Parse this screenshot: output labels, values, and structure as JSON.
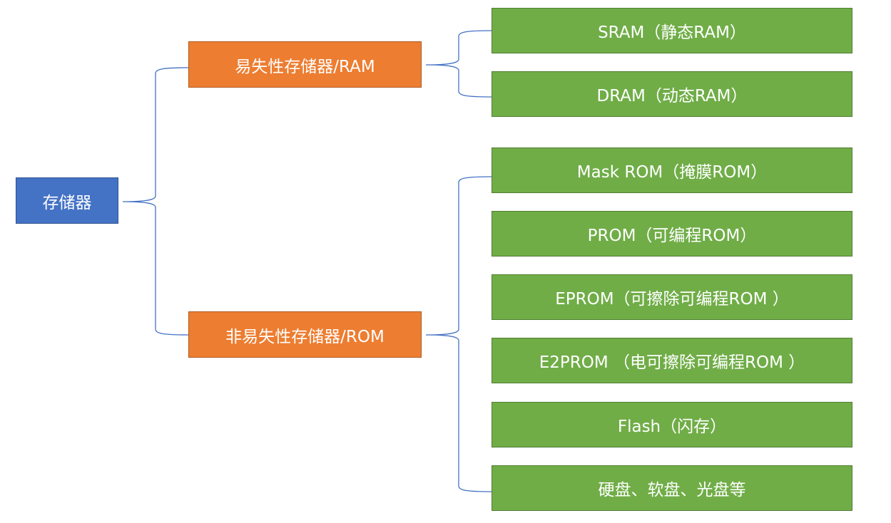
{
  "diagram": {
    "type": "bracket-tree",
    "root": {
      "label": "存储器"
    },
    "branches": [
      {
        "label": "易失性存储器/RAM",
        "children": [
          {
            "label": "SRAM（静态RAM）"
          },
          {
            "label": "DRAM（动态RAM）"
          }
        ]
      },
      {
        "label": "非易失性存储器/ROM",
        "children": [
          {
            "label": "Mask ROM（掩膜ROM）"
          },
          {
            "label": "PROM（可编程ROM）"
          },
          {
            "label": "EPROM（可擦除可编程ROM ）"
          },
          {
            "label": "E2PROM （电可擦除可编程ROM ）"
          },
          {
            "label": "Flash（闪存）"
          },
          {
            "label": "硬盘、软盘、光盘等"
          }
        ]
      }
    ],
    "colors": {
      "root": "#4472c4",
      "branch": "#ed7d31",
      "leaf": "#70ad47",
      "connector": "#4472c4",
      "text": "#ffffff"
    }
  }
}
